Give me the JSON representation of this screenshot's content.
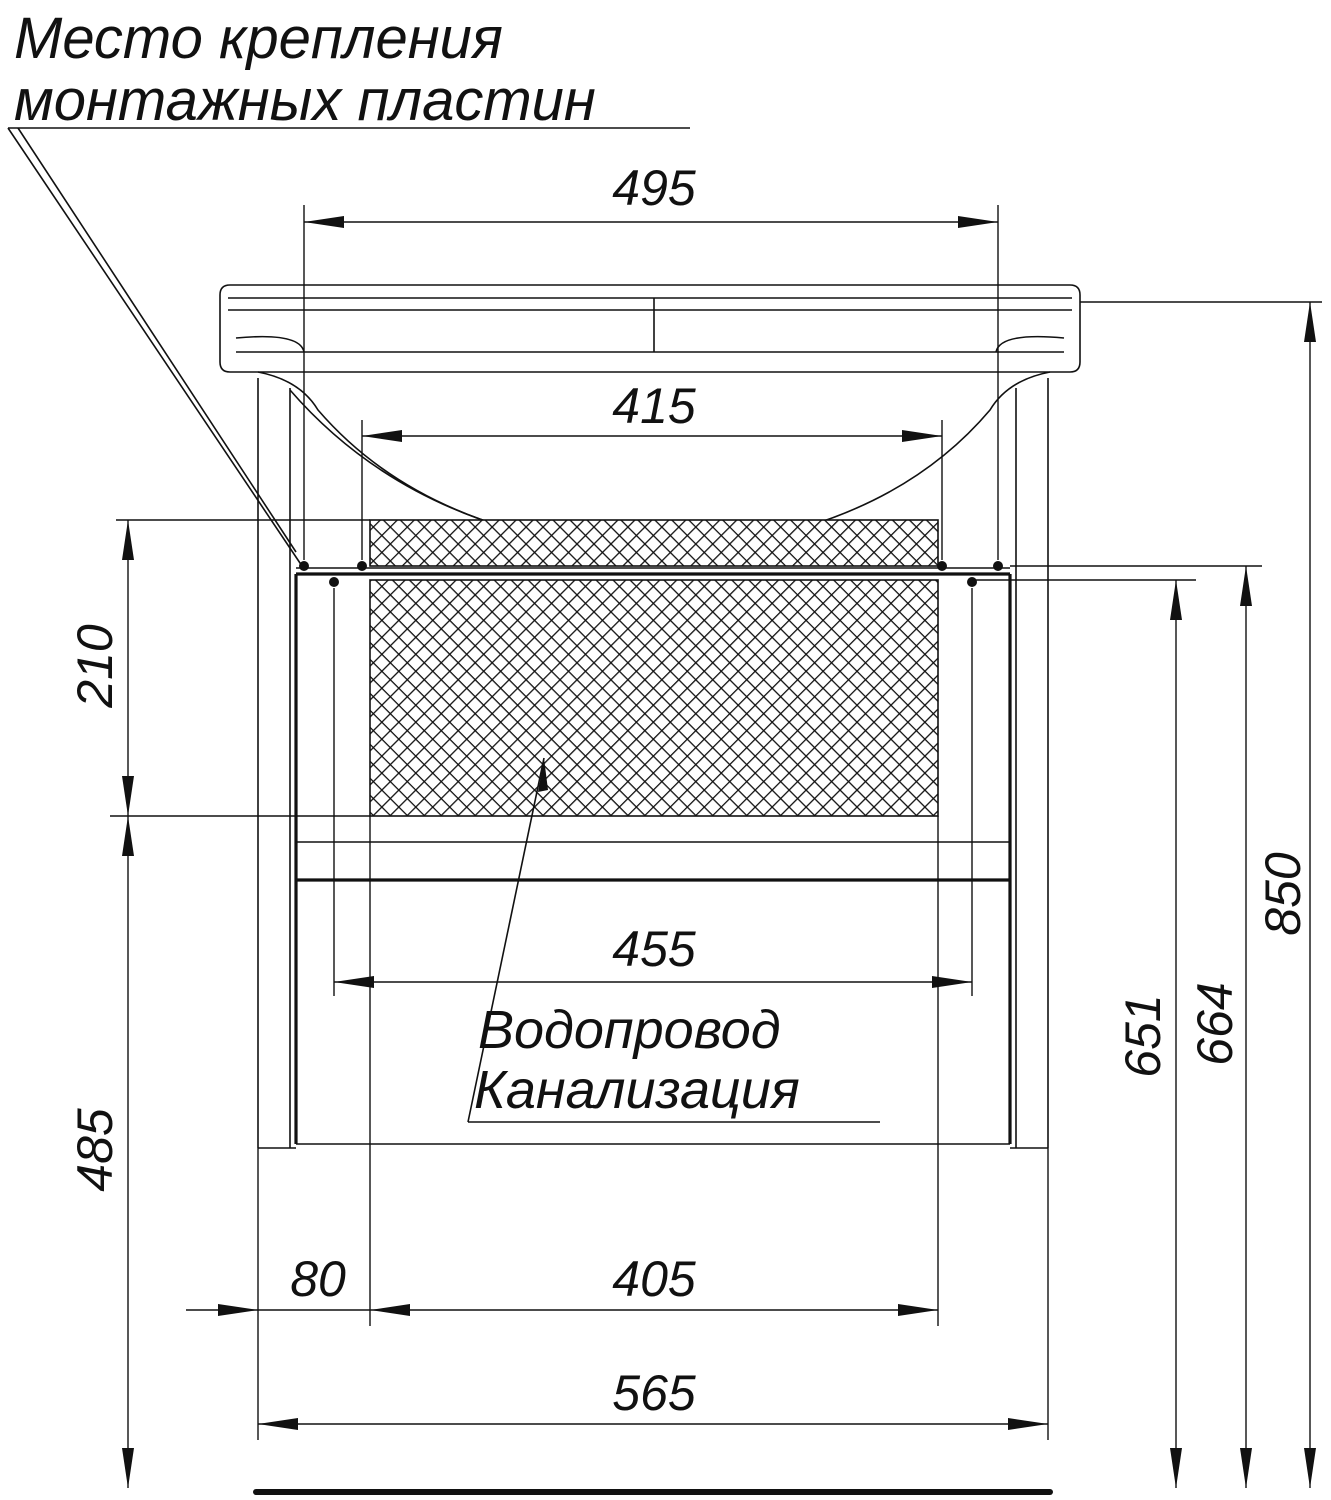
{
  "labels": {
    "mounting_title_line1": "Место крепления",
    "mounting_title_line2": "монтажных пластин",
    "plumbing_line1": "Водопровод",
    "plumbing_line2": "Канализация"
  },
  "dimensions": {
    "width_495": "495",
    "width_415": "415",
    "width_455": "455",
    "width_80": "80",
    "width_405": "405",
    "width_565": "565",
    "height_210": "210",
    "height_485": "485",
    "height_651": "651",
    "height_664": "664",
    "height_850": "850"
  }
}
